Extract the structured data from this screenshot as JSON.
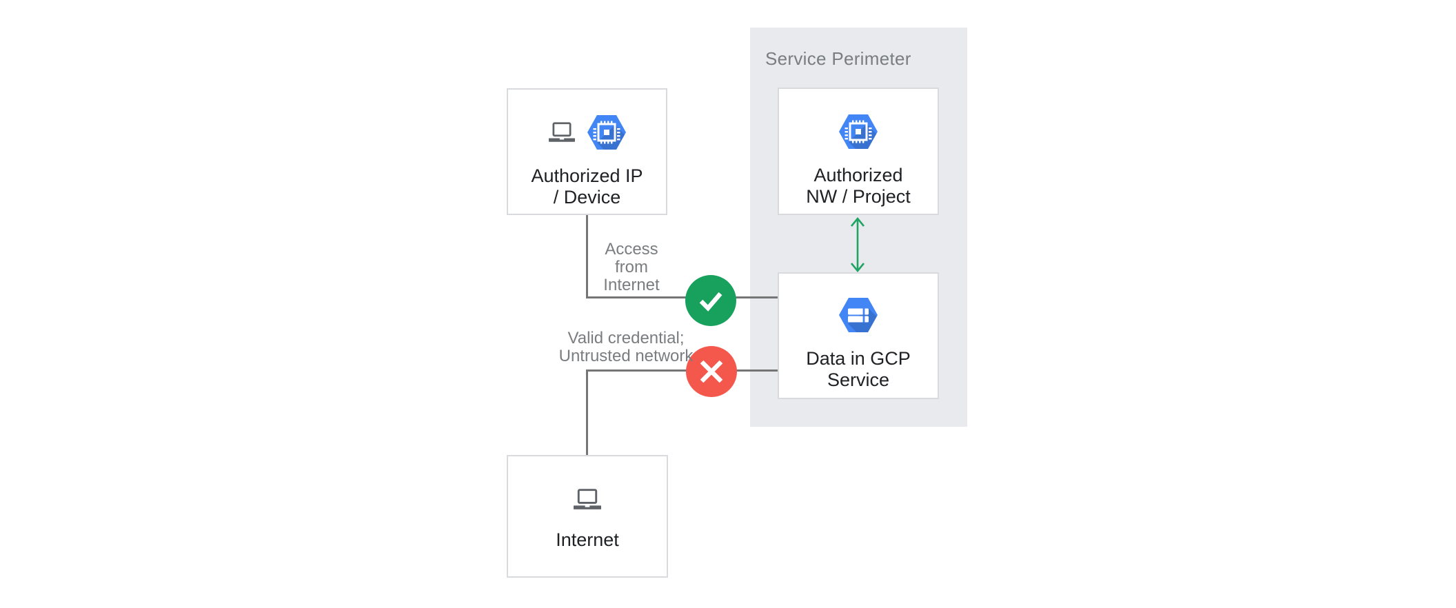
{
  "perimeter": {
    "label": "Service Perimeter"
  },
  "nodes": {
    "authorized_ip": {
      "lines": [
        "Authorized IP",
        "/ Device"
      ],
      "icons": [
        "laptop-icon",
        "compute-engine-hexagon-icon"
      ]
    },
    "authorized_nw": {
      "lines": [
        "Authorized",
        "NW / Project"
      ],
      "icons": [
        "compute-engine-hexagon-icon"
      ]
    },
    "data_gcp": {
      "lines": [
        "Data in GCP",
        "Service"
      ],
      "icons": [
        "storage-hexagon-icon"
      ]
    },
    "internet": {
      "lines": [
        "Internet"
      ],
      "icons": [
        "laptop-icon"
      ]
    }
  },
  "edges": {
    "access": {
      "label_lines": [
        "Access",
        "from",
        "Internet"
      ],
      "status": "allowed",
      "status_icon": "check-icon"
    },
    "untrusted": {
      "label_lines": [
        "Valid credential;",
        "Untrusted network"
      ],
      "status": "denied",
      "status_icon": "cross-icon"
    },
    "perimeter_link": {
      "status_icon": "bidirectional-arrow-icon"
    }
  },
  "colors": {
    "perimeter_bg": "#E8EAED",
    "border_gray": "#D8DADD",
    "line_gray": "#757575",
    "label_gray": "#7A7D80",
    "text_dark": "#202124",
    "hexagon_blue": "#4285F4",
    "laptop_gray": "#5F6368",
    "allowed_green": "#18A15D",
    "denied_red": "#F4584C",
    "arrow_green": "#1FA463"
  }
}
